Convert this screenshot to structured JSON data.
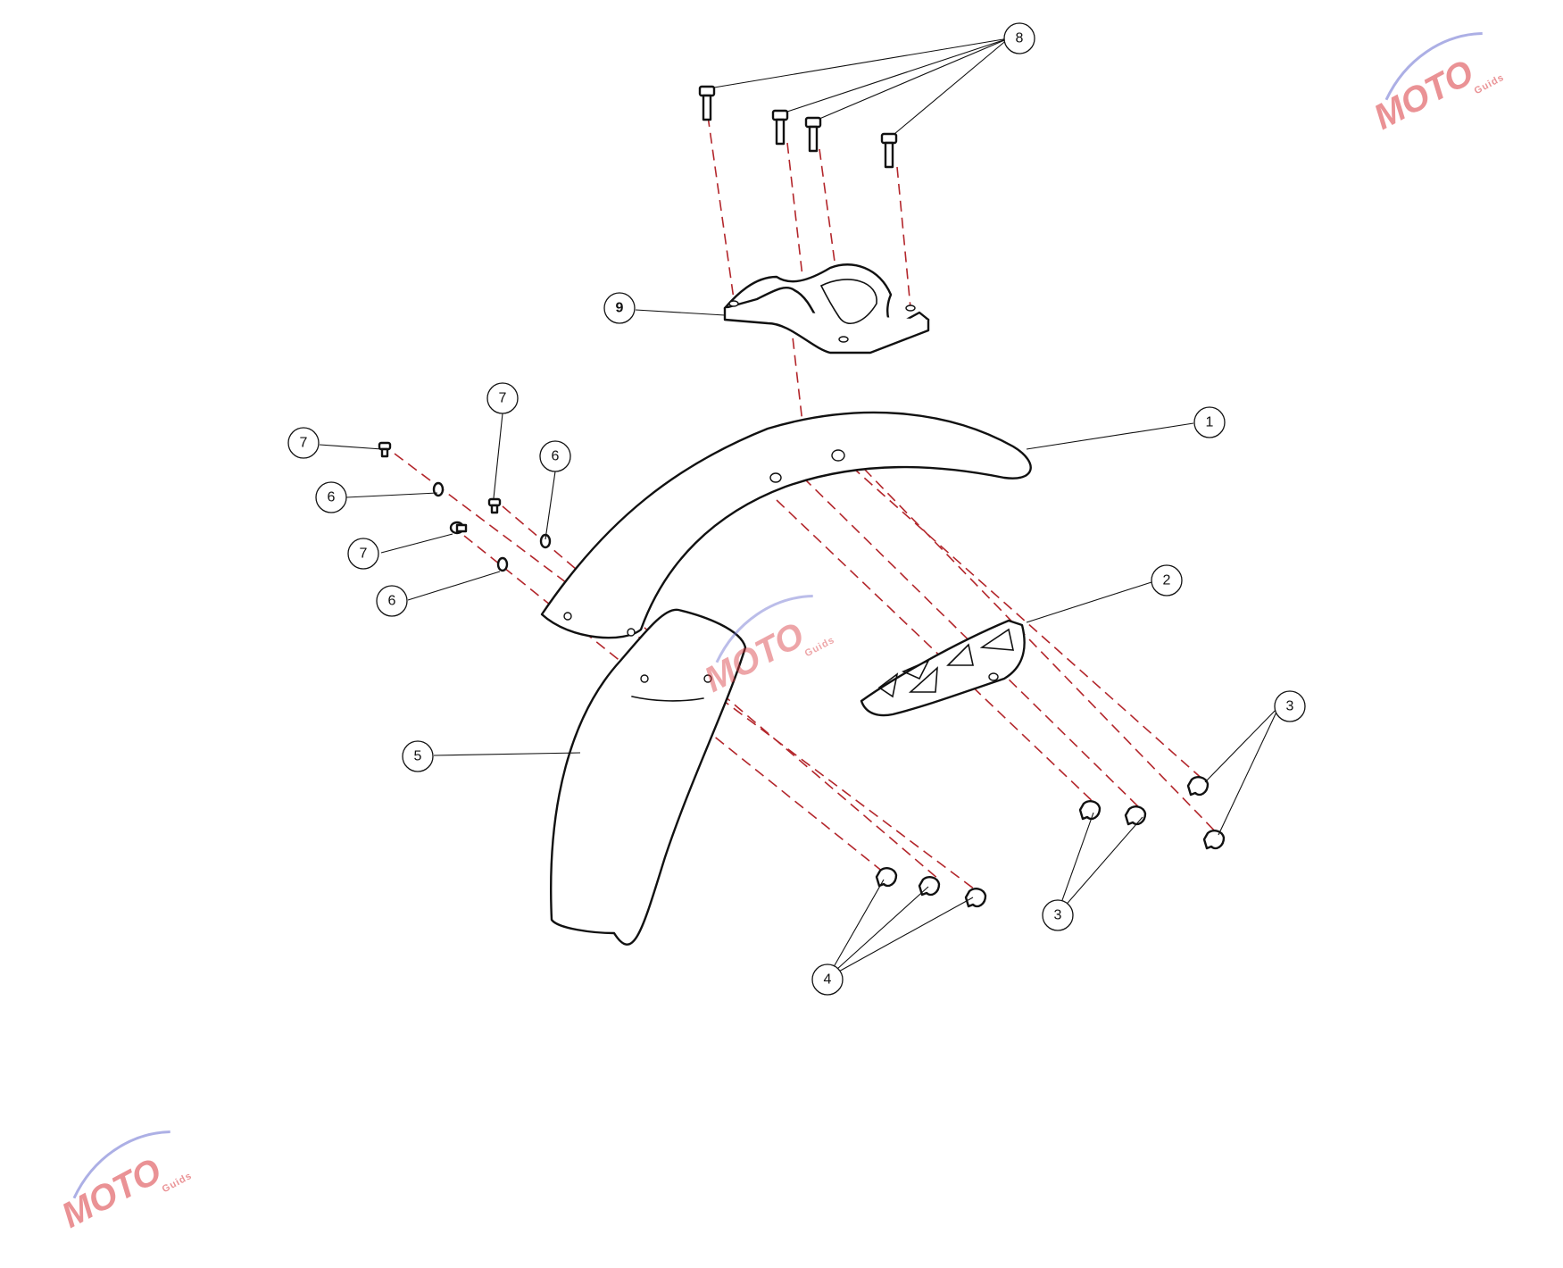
{
  "diagram": {
    "callouts": {
      "c1": "1",
      "c2": "2",
      "c3": "3",
      "c4": "4",
      "c5": "5",
      "c6": "6",
      "c7": "7",
      "c8": "8",
      "c9": "9"
    },
    "watermark": {
      "brand": "MOTO",
      "tagline": "Guids"
    }
  },
  "colors": {
    "parts": "#111111",
    "axis": "#b3262b",
    "watermark_red": "#d93a3f",
    "watermark_blue": "#6a6fd0"
  }
}
